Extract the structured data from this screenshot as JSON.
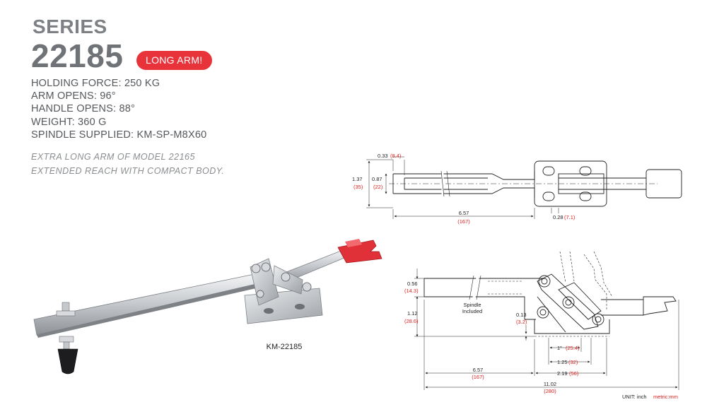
{
  "header": {
    "series": "SERIES",
    "model": "22185",
    "badge": "LONG ARM!"
  },
  "specs": [
    "HOLDING FORCE: 250 KG",
    "ARM OPENS: 96°",
    "HANDLE OPENS: 88°",
    "WEIGHT: 360 G",
    "SPINDLE SUPPLIED: KM-SP-M8X60"
  ],
  "description": [
    "EXTRA LONG ARM OF MODEL 22165",
    "EXTENDED REACH WITH COMPACT BODY."
  ],
  "product": {
    "caption": "KM-22185"
  },
  "top_view": {
    "dim_a": {
      "imperial": "0.33",
      "metric": "(8.4)"
    },
    "dim_b": {
      "imperial": "1.37",
      "metric": "(35)"
    },
    "dim_c": {
      "imperial": "0.87",
      "metric": "(22)"
    },
    "dim_d": {
      "imperial": "6.57",
      "metric": "(167)"
    },
    "dim_e": {
      "imperial": "0.28",
      "metric": "(7.1)"
    }
  },
  "side_view": {
    "dim_a": {
      "imperial": "0.56",
      "metric": "(14.3)"
    },
    "dim_b": {
      "imperial": "1.12",
      "metric": "(28.6)"
    },
    "dim_c": {
      "imperial": "0.13",
      "metric": "(3.2)"
    },
    "dim_d": {
      "imperial": "1\"",
      "metric": "(25.4)"
    },
    "dim_e": {
      "imperial": "1.25",
      "metric": "(32)"
    },
    "dim_f": {
      "imperial": "6.57",
      "metric": "(167)"
    },
    "dim_g": {
      "imperial": "2.19",
      "metric": "(56)"
    },
    "dim_h": {
      "imperial": "11.02",
      "metric": "(280)"
    },
    "spindle_note": [
      "Spindle",
      "Included"
    ]
  },
  "unit": {
    "label": "UNIT: inch",
    "metric": "metric:mm"
  },
  "colors": {
    "accent": "#e8333b",
    "title_gray": "#6f7276",
    "handle_red": "#e03038"
  }
}
